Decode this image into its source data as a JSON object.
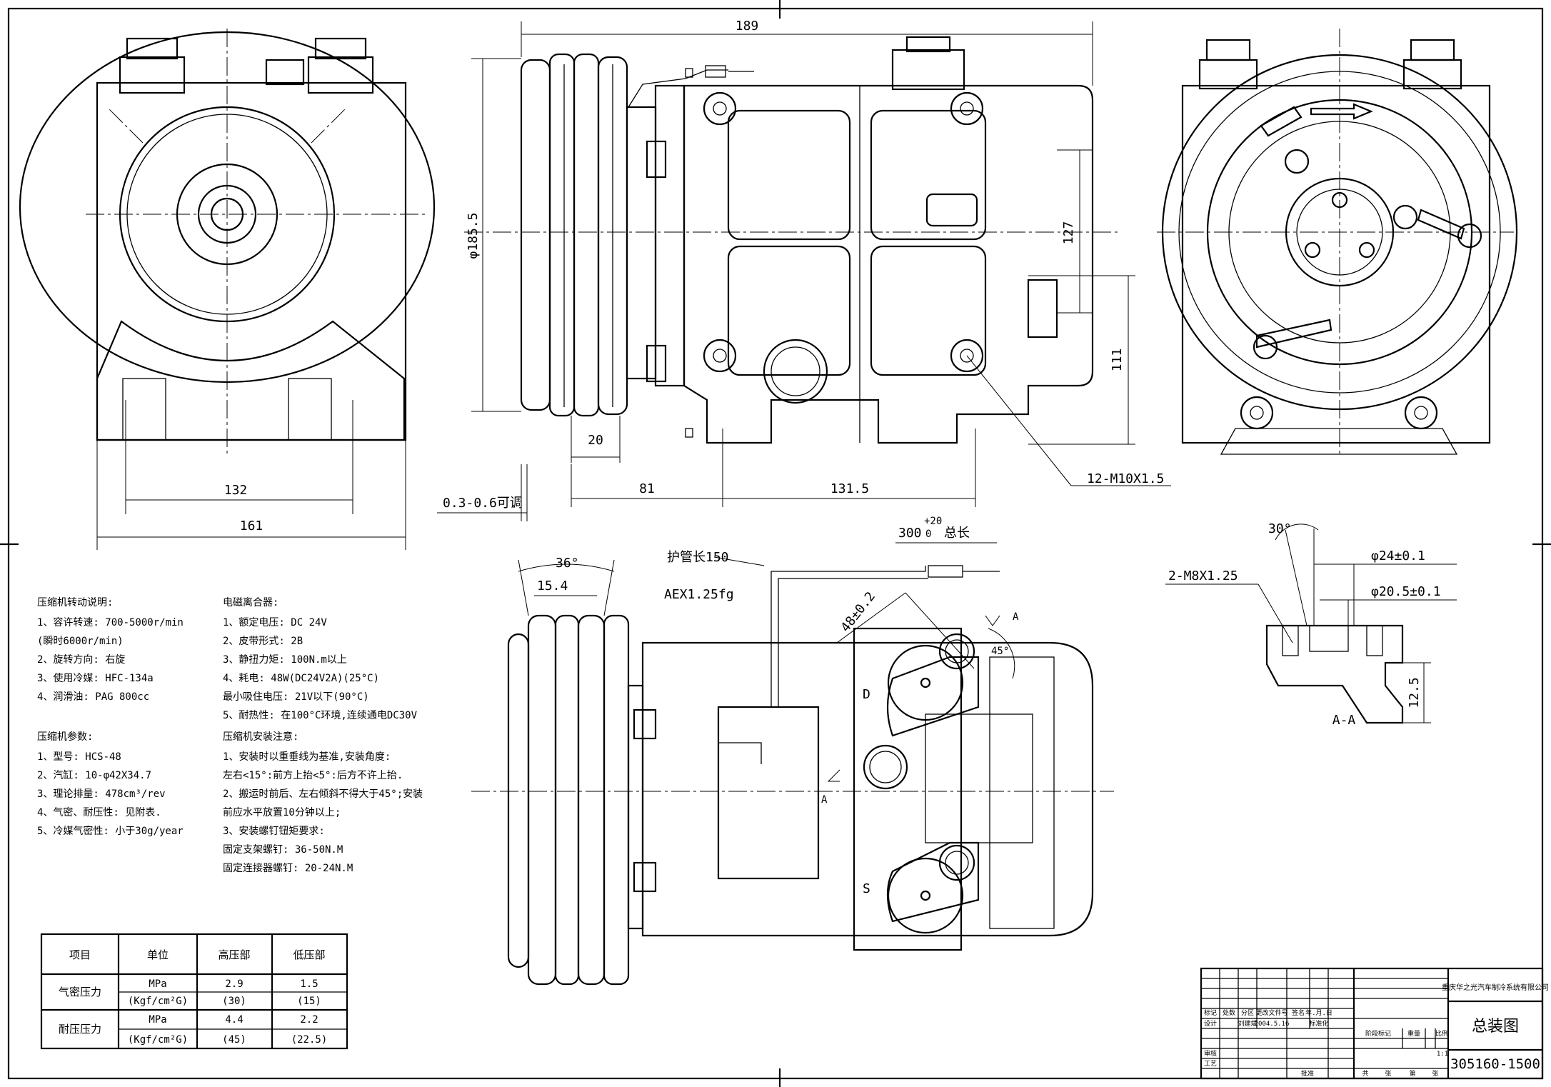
{
  "dimensions": {
    "width_189": "189",
    "dia_185_5": "φ185.5",
    "h127": "127",
    "h111": "111",
    "w20": "20",
    "w81": "81",
    "w131_5": "131.5",
    "adjust": "0.3-0.6可调",
    "w132": "132",
    "w161": "161",
    "bolts": "12-M10X1.5",
    "angle36": "36°",
    "w15_4": "15.4",
    "hose_len": "护管长150",
    "awg": "AEX1.25fg",
    "total_len_main": "300",
    "total_len_tol": "+20",
    "total_len_tol_low": "0",
    "total_len_suffix": "总长",
    "d48": "48±0.2",
    "angle45": "45°",
    "port_d": "D",
    "port_s": "S",
    "section_mark": "A",
    "angle30": "30°",
    "dia24": "φ24±0.1",
    "dia20_5": "φ20.5±0.1",
    "thread_m8": "2-M8X1.25",
    "h12_5": "12.5",
    "section_label": "A-A"
  },
  "notes": {
    "drive": {
      "title": "压缩机转动说明:",
      "lines": [
        "1、容许转速:  700-5000r/min",
        "   (瞬时6000r/min)",
        "2、旋转方向:  右旋",
        "3、使用冷媒:     HFC-134a",
        "4、润滑油:        PAG 800cc"
      ]
    },
    "clutch": {
      "title": "电磁离合器:",
      "lines": [
        "1、额定电压:    DC 24V",
        "2、皮带形式:        2B",
        "3、静扭力矩:    100N.m以上",
        "4、耗电:          48W(DC24V2A)(25°C)",
        "   最小吸住电压: 21V以下(90°C)",
        "5、耐热性:      在100°C环境,连续通电DC30V"
      ]
    },
    "params": {
      "title": "压缩机参数:",
      "lines": [
        "1、型号:        HCS-48",
        "2、汽缸:     10-φ42X34.7",
        "3、理论排量:  478cm³/rev",
        "4、气密、耐压性: 见附表.",
        "5、冷媒气密性: 小于30g/year"
      ]
    },
    "install": {
      "title": "压缩机安装注意:",
      "lines": [
        "1、安装时以重垂线为基准,安装角度:",
        "    左右<15°:前方上抬<5°:后方不许上抬.",
        "2、搬运时前后、左右倾斜不得大于45°;安装",
        "   前应水平放置10分钟以上;",
        "3、安装螺钉钮矩要求:",
        "   固定支架螺钉: 36-50N.M",
        "   固定连接器螺钉: 20-24N.M"
      ]
    }
  },
  "pressure_table": {
    "headers": [
      "项目",
      "单位",
      "高压部",
      "低压部"
    ],
    "rows": [
      {
        "item": "气密压力",
        "unit_a": "MPa",
        "unit_b": "(Kgf/cm²G)",
        "high_a": "2.9",
        "high_b": "(30)",
        "low_a": "1.5",
        "low_b": "(15)"
      },
      {
        "item": "耐压压力",
        "unit_a": "MPa",
        "unit_b": "(Kgf/cm²G)",
        "high_a": "4.4",
        "high_b": "(45)",
        "low_a": "2.2",
        "low_b": "(22.5)"
      }
    ]
  },
  "title_block": {
    "company": "重庆华之光汽车制冷系统有限公司",
    "drawing_title": "总装图",
    "drawing_number": "305160-1500",
    "scale": "1:1",
    "small_labels": [
      "标记",
      "处数",
      "分区",
      "更改文件号",
      "签名",
      "年.月.日"
    ],
    "row2": [
      "设计",
      "刘建斌",
      "2004.5.16",
      "标准化"
    ],
    "stage": [
      "阶段标记",
      "重量",
      "比例"
    ],
    "row_check": "审核",
    "row_craft": "工艺",
    "row_approve": "批准",
    "sheet_labels": [
      "共",
      "张",
      "第",
      "张"
    ]
  }
}
